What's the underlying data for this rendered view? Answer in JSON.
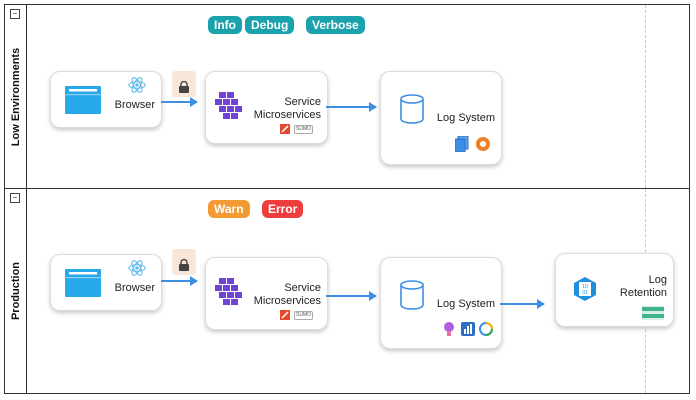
{
  "lanes": {
    "low": {
      "title": "Low Environments",
      "badges": [
        {
          "label": "Info",
          "color": "#1aa3ad"
        },
        {
          "label": "Debug",
          "color": "#1aa3ad"
        },
        {
          "label": "Verbose",
          "color": "#1aa3ad"
        }
      ],
      "browser": "Browser",
      "service": "Service\nMicroservices",
      "log_system": "Log System"
    },
    "prod": {
      "title": "Production",
      "badges": [
        {
          "label": "Warn",
          "color": "#f39a32"
        },
        {
          "label": "Error",
          "color": "#ef3d3d"
        }
      ],
      "browser": "Browser",
      "service": "Service\nMicroservices",
      "log_system": "Log System",
      "log_retention": "Log\nRetention"
    }
  },
  "colors": {
    "arrow": "#3d8fe6",
    "k8s": "#7043d6",
    "browser_blue": "#27a8e8"
  }
}
